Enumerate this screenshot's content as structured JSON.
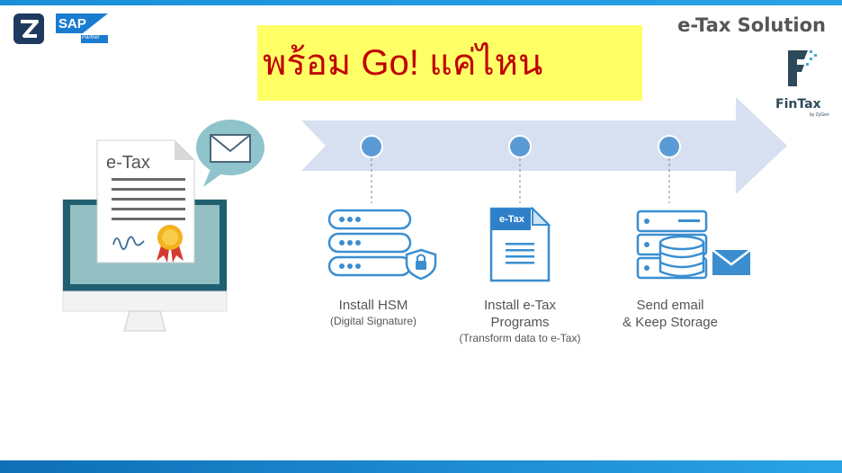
{
  "header": {
    "brand_title": "e-Tax Solution",
    "headline": "พร้อม Go! แค่ไหน",
    "sap_partner_label": "Partner",
    "sap_logo_text": "SAP"
  },
  "fintax_logo": {
    "name": "FinTax",
    "sub": "by ZyGen"
  },
  "illustration": {
    "document_label": "e-Tax",
    "icon": "computer-with-certificate"
  },
  "steps": [
    {
      "title": "Install HSM",
      "subtitle": "(Digital Signature)",
      "icon": "server-shield-icon"
    },
    {
      "title_lines": [
        "Install e-Tax",
        "Programs"
      ],
      "subtitle": "(Transform data to e-Tax)",
      "icon": "etax-document-icon",
      "doc_tag": "e-Tax"
    },
    {
      "title_lines": [
        "Send email",
        "& Keep Storage"
      ],
      "icon": "database-email-icon"
    }
  ],
  "colors": {
    "accent_blue": "#2aa3e6",
    "headline_bg": "#ffff66",
    "headline_text": "#c00000",
    "arrow_fill": "#d6e0f0",
    "node_blue": "#5b9bd5"
  }
}
